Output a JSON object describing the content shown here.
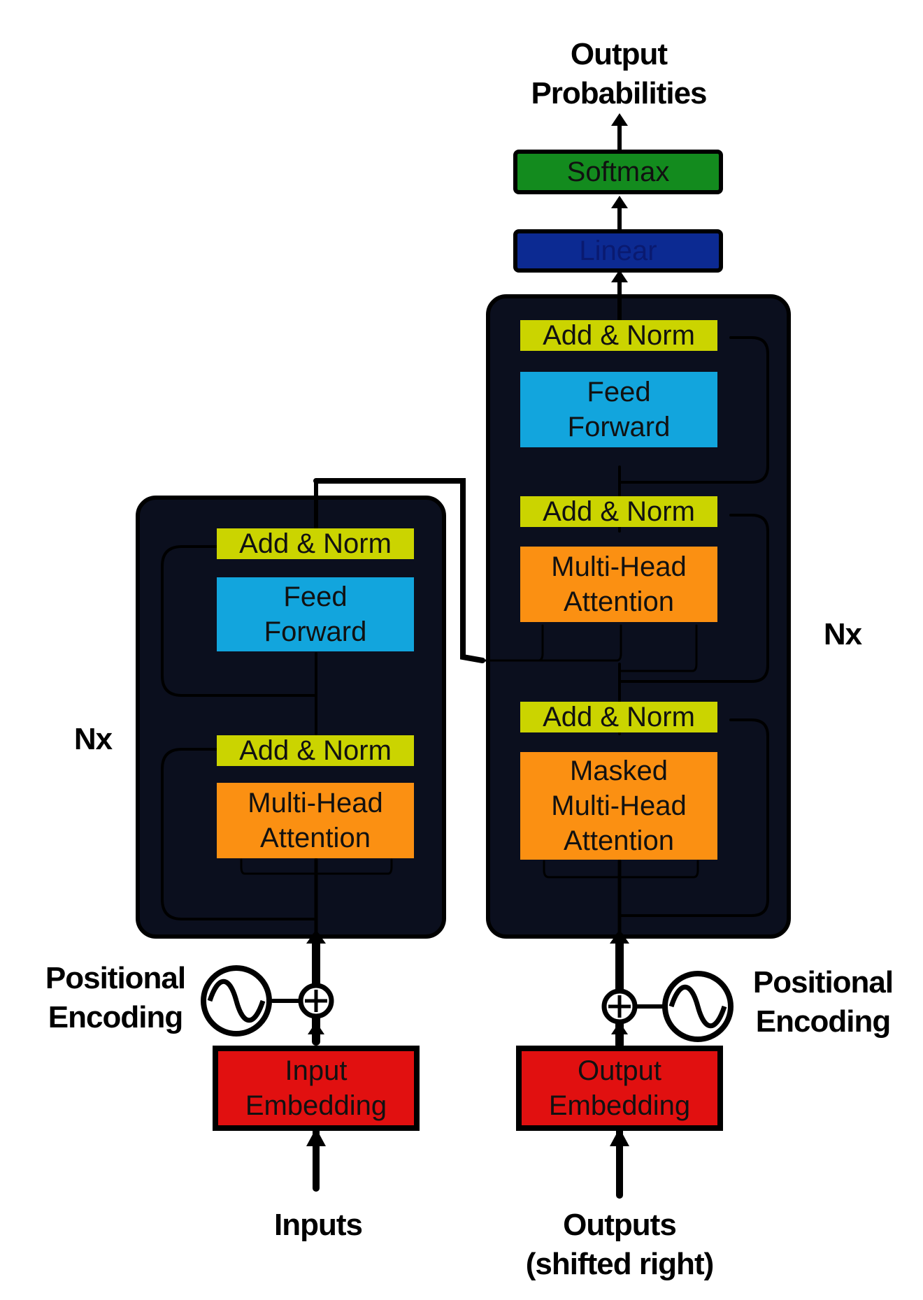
{
  "output_probabilities": "Output\nProbabilities",
  "softmax": "Softmax",
  "linear": "Linear",
  "encoder": {
    "add_norm_top": "Add & Norm",
    "feed_forward": "Feed\nForward",
    "add_norm_bottom": "Add & Norm",
    "multi_head_attention": "Multi-Head\nAttention",
    "repeat_label": "Nx"
  },
  "decoder": {
    "add_norm_top": "Add & Norm",
    "feed_forward": "Feed\nForward",
    "add_norm_middle": "Add & Norm",
    "multi_head_attention": "Multi-Head\nAttention",
    "add_norm_bottom": "Add & Norm",
    "masked_multi_head_attention": "Masked\nMulti-Head\nAttention",
    "repeat_label": "Nx"
  },
  "positional_encoding_left": "Positional\nEncoding",
  "positional_encoding_right": "Positional\nEncoding",
  "input_embedding": "Input\nEmbedding",
  "output_embedding": "Output\nEmbedding",
  "inputs": "Inputs",
  "outputs": "Outputs\n(shifted right)",
  "colors": {
    "add_norm": "#cbd400",
    "feed_forward": "#12a5dd",
    "attention": "#fb9012",
    "embedding": "#e11010",
    "linear": "#0c2a92",
    "softmax": "#138b1e",
    "stack_background": "#0b0f1e"
  }
}
